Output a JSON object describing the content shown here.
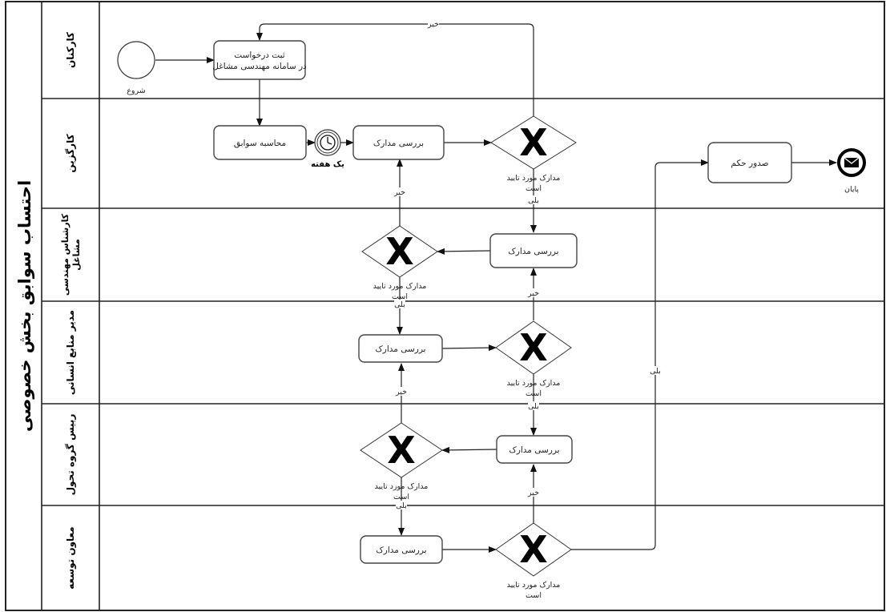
{
  "pool": {
    "title": "احتساب سوابق بخش خصوصی"
  },
  "lanes": [
    {
      "id": "karkonan",
      "label": [
        "کارکنان"
      ]
    },
    {
      "id": "kargozin",
      "label": [
        "کارگزین"
      ]
    },
    {
      "id": "karshenas",
      "label": [
        "کارشناس مهندسی",
        "مشاغل"
      ]
    },
    {
      "id": "modir",
      "label": [
        "مدیر منابع انسانی"
      ]
    },
    {
      "id": "raees",
      "label": [
        "رییس گروه تحول"
      ]
    },
    {
      "id": "moaven",
      "label": [
        "معاون توسعه"
      ]
    }
  ],
  "events": {
    "start": {
      "label": "شروع"
    },
    "timer": {
      "label": "یک هفته"
    },
    "end": {
      "label": "پایان"
    }
  },
  "tasks": {
    "register": {
      "lines": [
        "ثبت درخواست",
        "در سامانه مهندسی مشاغل"
      ]
    },
    "calculate": {
      "lines": [
        "محاسبه سوابق"
      ]
    },
    "review_kargozin": {
      "lines": [
        "بررسی مدارک"
      ]
    },
    "review_karshenas": {
      "lines": [
        "بررسی مدارک"
      ]
    },
    "review_modir": {
      "lines": [
        "بررسی مدارک"
      ]
    },
    "review_raees": {
      "lines": [
        "بررسی مدارک"
      ]
    },
    "review_moaven": {
      "lines": [
        "بررسی مدارک"
      ]
    },
    "issue": {
      "lines": [
        "صدور حکم"
      ]
    }
  },
  "gateways": {
    "marker": "X",
    "condition_lines": [
      "مدارک مورد تایید",
      "است"
    ]
  },
  "flow_labels": {
    "yes": "بلی",
    "no": "خیر"
  }
}
